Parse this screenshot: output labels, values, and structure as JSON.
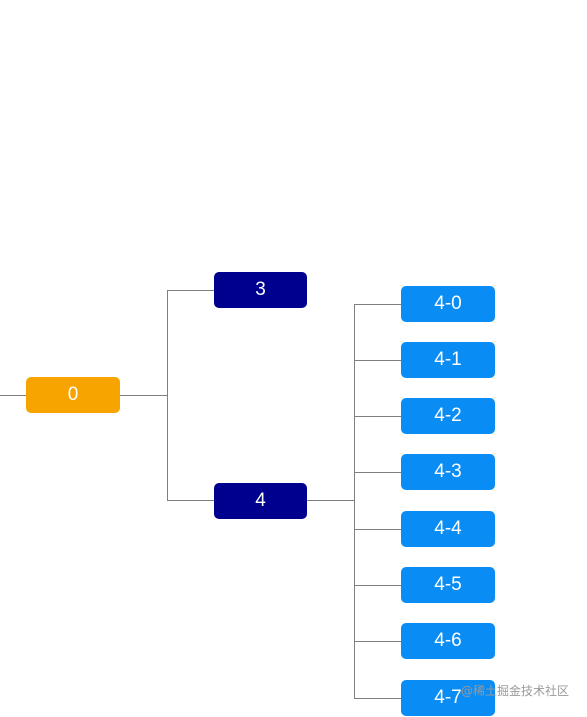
{
  "colors": {
    "root": "#f7a400",
    "mid": "#00008f",
    "leaf": "#0a8cf5",
    "line": "#7f7f7f"
  },
  "tree": {
    "root": {
      "label": "0"
    },
    "children": [
      {
        "label": "3",
        "children": []
      },
      {
        "label": "4",
        "children": [
          {
            "label": "4-0"
          },
          {
            "label": "4-1"
          },
          {
            "label": "4-2"
          },
          {
            "label": "4-3"
          },
          {
            "label": "4-4"
          },
          {
            "label": "4-5"
          },
          {
            "label": "4-6"
          },
          {
            "label": "4-7"
          }
        ]
      }
    ]
  },
  "watermark": "@稀土掘金技术社区"
}
